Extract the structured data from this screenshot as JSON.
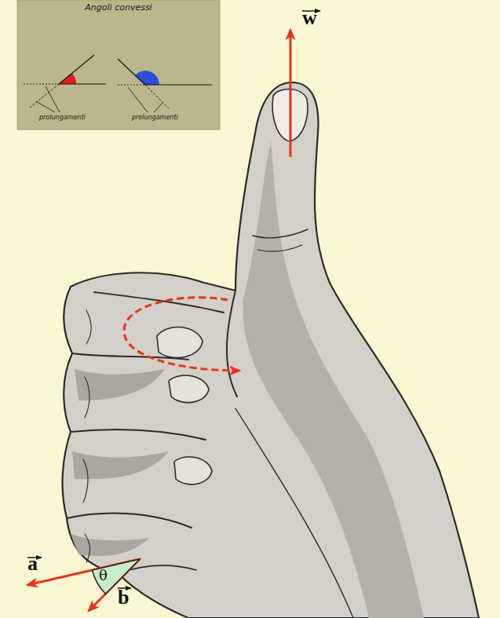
{
  "diagram": {
    "nodes": [
      {
        "text": [
          "Angoli convessi",
          "prolungamenti",
          "prolungamenti"
        ]
      },
      {
        "text": [
          "θ"
        ]
      }
    ],
    "labels": [
      "w",
      "a",
      "b"
    ]
  }
}
